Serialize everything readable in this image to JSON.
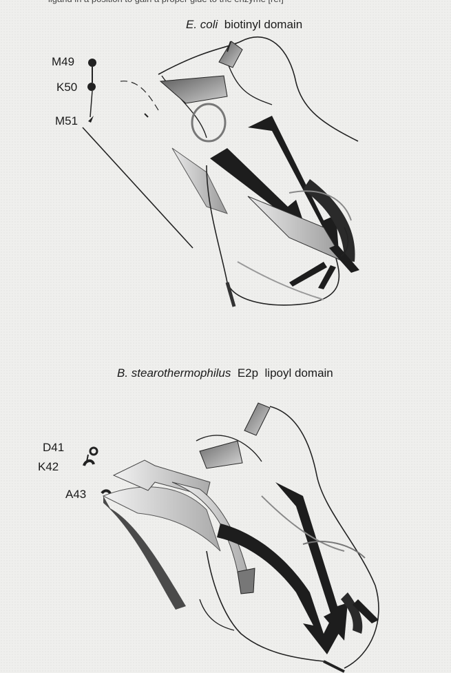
{
  "header": {
    "cropped_line": "ligand in a position to gain a proper glue to the enzyme [ref]"
  },
  "panel_top": {
    "organism": "E. coli",
    "domain": "biotinyl domain",
    "residues": [
      "M49",
      "K50",
      "M51"
    ]
  },
  "panel_bottom": {
    "organism": "B. stearothermophilus",
    "protein": "E2p",
    "domain": "lipoyl domain",
    "residues": [
      "D41",
      "K42",
      "A43"
    ]
  }
}
